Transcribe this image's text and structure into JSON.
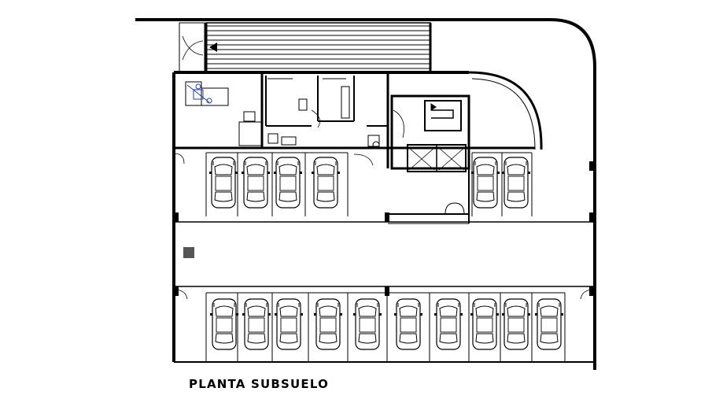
{
  "drawing": {
    "title": "PLANTA SUBSUELO"
  },
  "parking": {
    "upper_row_left_count": 4,
    "upper_row_right_count": 2,
    "lower_row_count": 10
  },
  "colors": {
    "line": "#000000",
    "equipment_accent": "#1f3fbf",
    "background": "#ffffff"
  },
  "icons": {
    "car": "car-icon",
    "stair": "stair-icon",
    "equipment": "equipment-icon"
  }
}
